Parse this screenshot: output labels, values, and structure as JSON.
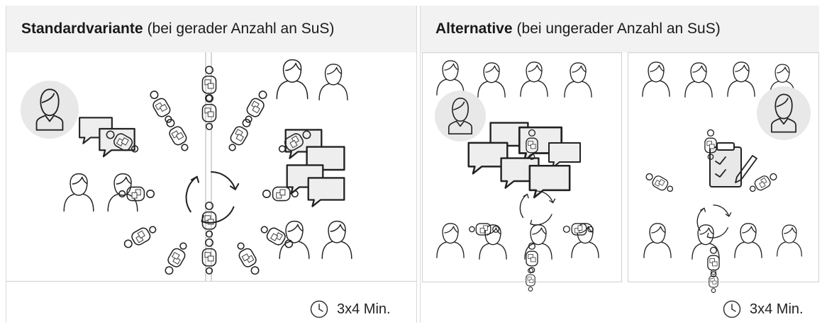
{
  "left_panel": {
    "title_bold": "Standardvariante",
    "title_rest": "(bei gerader Anzahl an SuS)",
    "duration": "3x4 Min."
  },
  "right_panel": {
    "title_bold": "Alternative",
    "title_rest": "(bei ungerader Anzahl an SuS)",
    "duration": "3x4 Min."
  },
  "colors": {
    "header_bg": "#f2f2f2",
    "line": "#222222",
    "avatar_bg": "#e8e8e8"
  }
}
